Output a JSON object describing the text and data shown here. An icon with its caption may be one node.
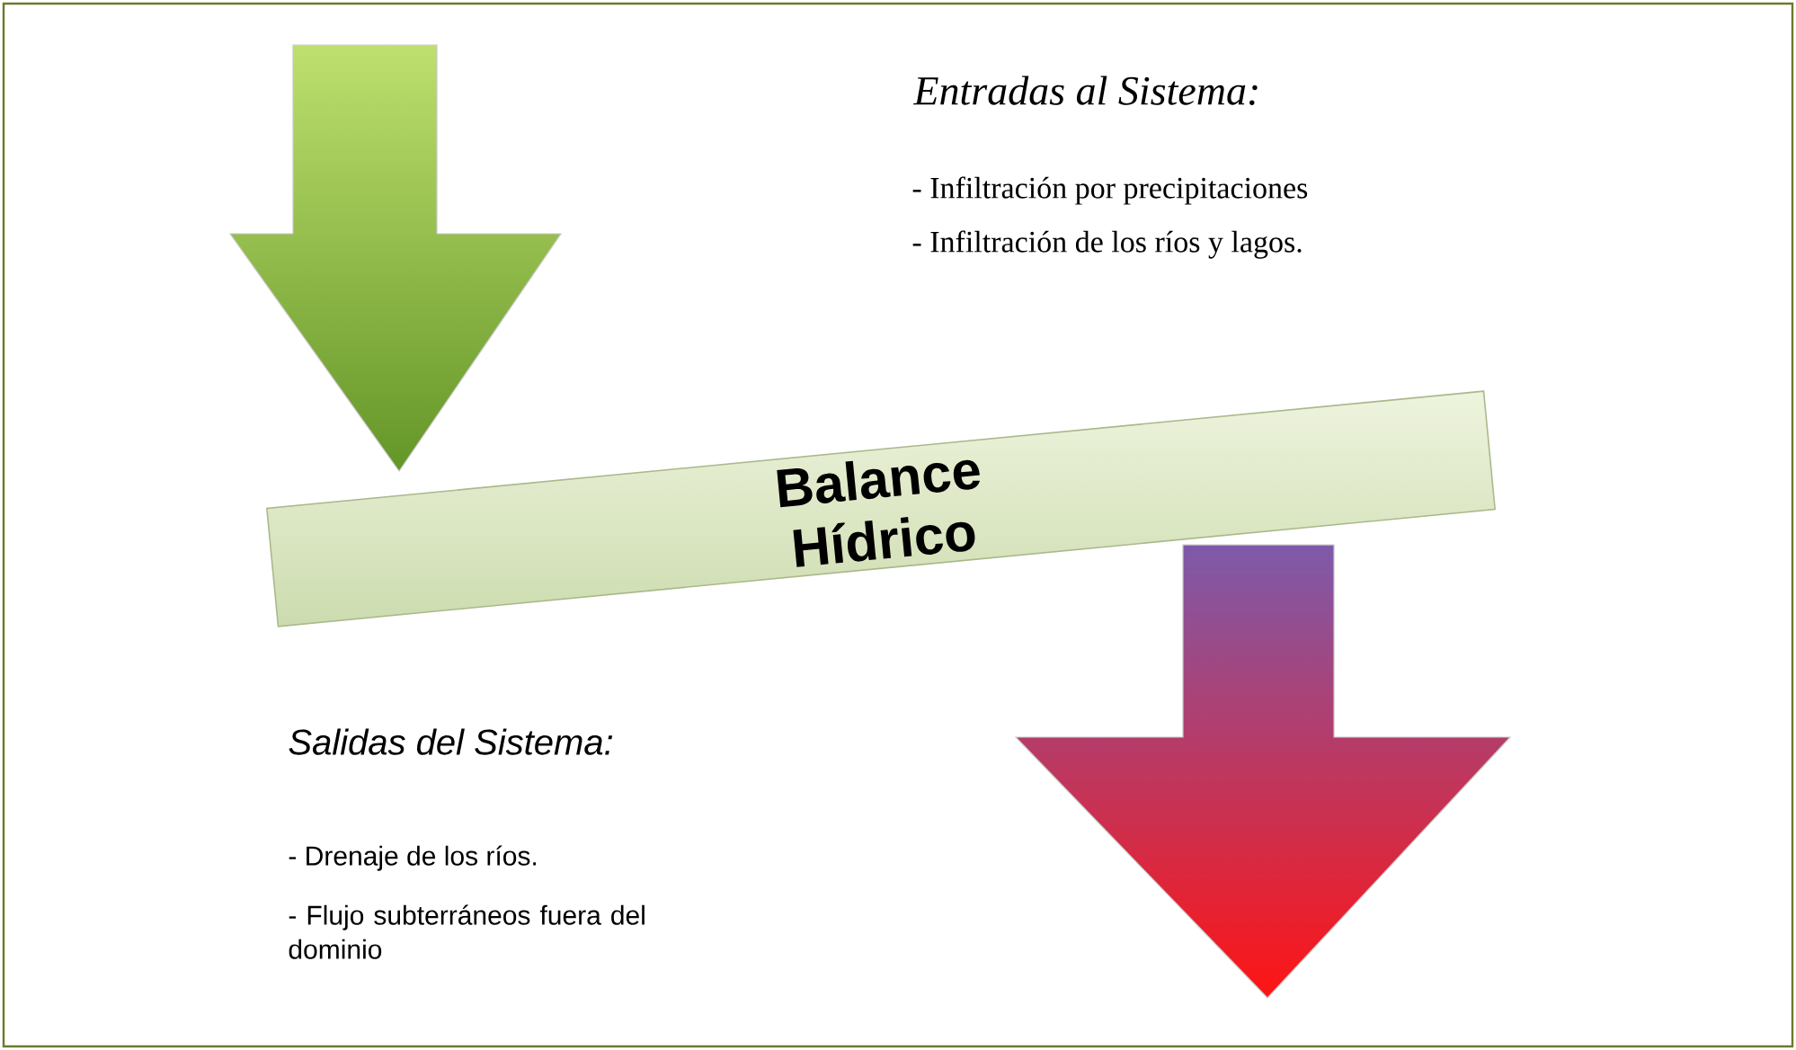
{
  "diagram": {
    "nodes": [
      {
        "text": [],
        "shape": "arrow"
      },
      {
        "text": [
          "Balance Hídrico"
        ]
      },
      {
        "text": [],
        "shape": "arrow"
      }
    ],
    "labels": [
      "Entradas al Sistema:",
      "- Infiltración por precipitaciones",
      "- Infiltración de los ríos y lagos.",
      "Salidas del Sistema:",
      "- Drenaje de los ríos.",
      "- Flujo subterráneos fuera del dominio"
    ]
  }
}
